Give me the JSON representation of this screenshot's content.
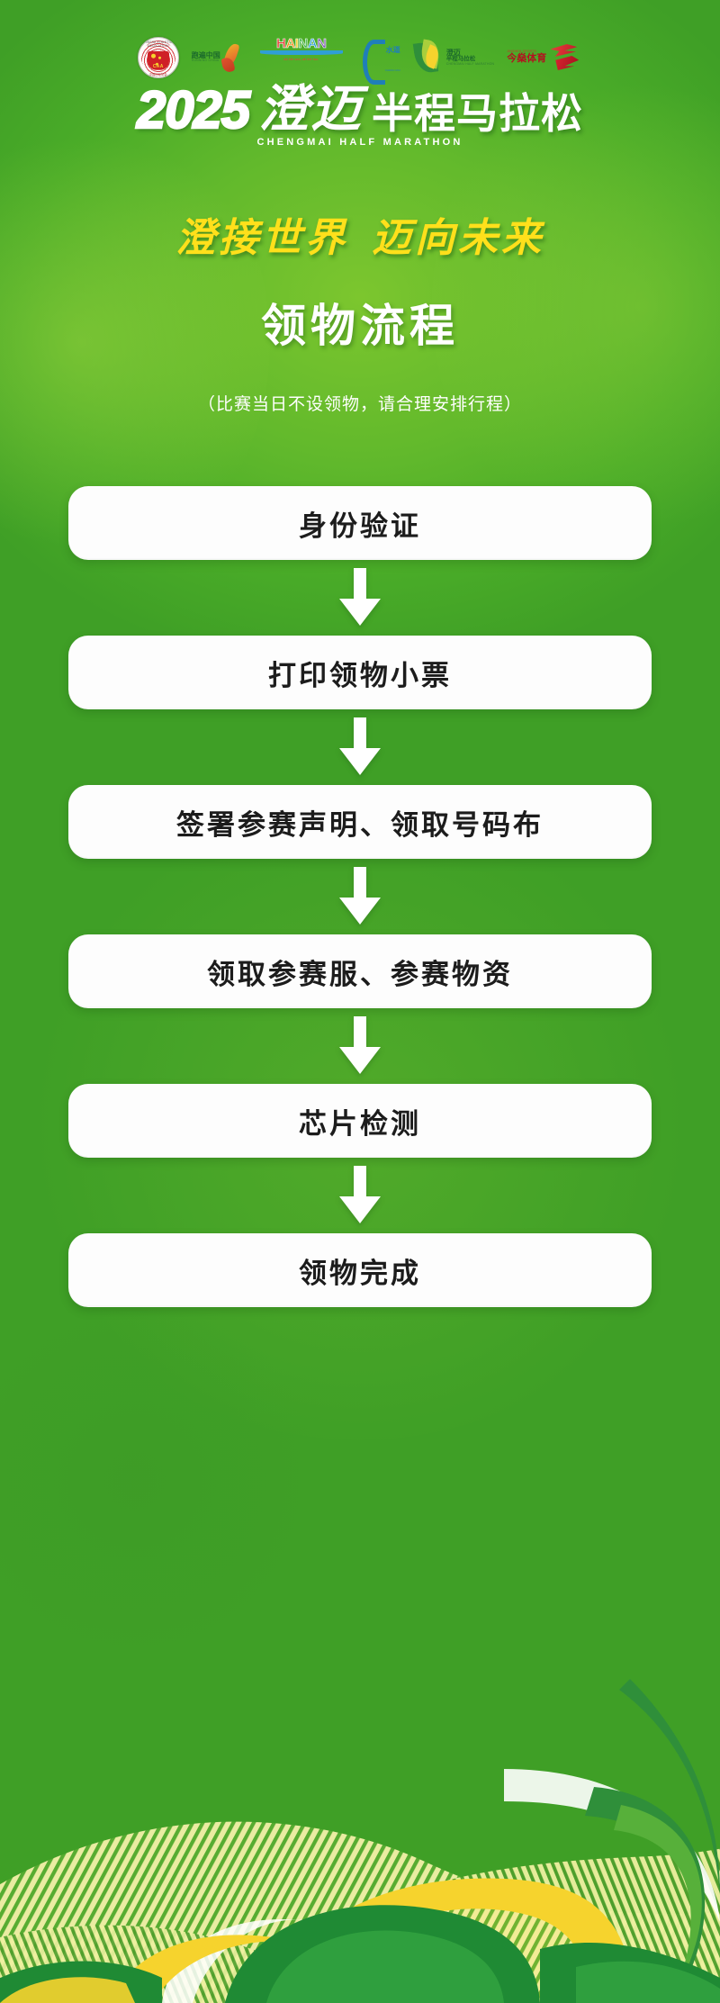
{
  "theme": {
    "bg_green_light": "#7cc62e",
    "bg_green_mid": "#4fae28",
    "bg_green_dark": "#3b9825",
    "slogan_yellow": "#ffe01b",
    "card_white": "#fdfdfd",
    "text_dark": "#1c1c1c"
  },
  "logos": [
    {
      "name": "chinese-athletics-association",
      "arc_top": "CHINESE ATHLETICS ASSOCIATION",
      "mark": "CAA",
      "arc_bottom": "中国田径协会"
    },
    {
      "name": "running-china",
      "cn": "跑遍中国",
      "en": "RUNNING CHINA"
    },
    {
      "name": "hainan-tourism",
      "letters": [
        "H",
        "A",
        "I",
        "N",
        "A",
        "N"
      ],
      "slogan": "All the sea, all the fun."
    },
    {
      "name": "chengmai-water",
      "cn": "水道",
      "en": "CHENG MAI"
    },
    {
      "name": "chengmai-half-marathon",
      "cn": "澄迈",
      "cn2": "半程马拉松",
      "en": "CHENGMAI HALF MARATHON"
    },
    {
      "name": "jinshen-sports",
      "en": "JINSHEN SPORTS",
      "cn": "今燊体育"
    }
  ],
  "masthead": {
    "year": "2025",
    "city_cn": "澄迈",
    "event_cn": "半程马拉松",
    "event_en": "CHENGMAI HALF MARATHON",
    "city_en": "CHENGMAI"
  },
  "slogan": {
    "left": "澄接世界",
    "right": "迈向未来"
  },
  "section": {
    "title": "领物流程",
    "note": "（比赛当日不设领物，请合理安排行程）"
  },
  "flow": {
    "steps": [
      {
        "label": "身份验证"
      },
      {
        "label": "打印领物小票"
      },
      {
        "label": "签署参赛声明、领取号码布"
      },
      {
        "label": "领取参赛服、参赛物资"
      },
      {
        "label": "芯片检测"
      },
      {
        "label": "领物完成"
      }
    ],
    "arrow_icon": "arrow-down-icon"
  }
}
